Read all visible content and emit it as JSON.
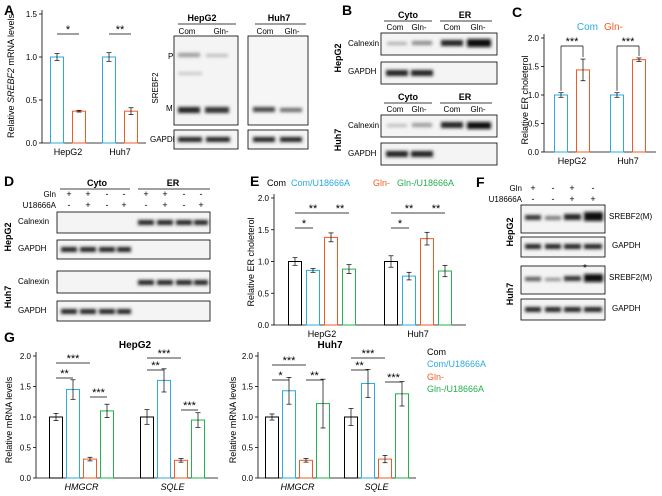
{
  "colors": {
    "com": "#29abe2",
    "gln": "#f15a24",
    "u": "#29abe2",
    "glnu": "#22b14c",
    "black": "#000000"
  },
  "panels": {
    "A": "A",
    "B": "B",
    "C": "C",
    "D": "D",
    "E": "E",
    "F": "F",
    "G": "G"
  },
  "A": {
    "ylabel_pre": "Relative ",
    "ylabel_it": "SREBF2",
    "ylabel_post": " mRNA levels",
    "yticks": [
      "0.0",
      "0.5",
      "1.0",
      "1.5"
    ],
    "groups": [
      "HepG2",
      "Huh7"
    ],
    "sig": [
      "*",
      "**"
    ],
    "blot": {
      "hepg2": "HepG2",
      "huh7": "Huh7",
      "lane1": "Com",
      "lane2": "Gln-",
      "lane3": "Com",
      "lane4": "Gln-",
      "gene": "SREBF2",
      "p": "P",
      "m": "M",
      "gapdh": "GAPDH"
    }
  },
  "B": {
    "cyto": "Cyto",
    "er": "ER",
    "com": "Com",
    "gln": "Gln-",
    "calnexin": "Calnexin",
    "gapdh": "GAPDH",
    "hepg2": "HepG2",
    "huh7": "Huh7"
  },
  "C": {
    "legend_com": "Com",
    "legend_gln": "Gln-",
    "ylabel": "Relative ER choleterol",
    "yticks": [
      "0.0",
      "0.5",
      "1.0",
      "1.5",
      "2.0"
    ],
    "groups": [
      "HepG2",
      "Huh7"
    ],
    "sig": [
      "***",
      "***"
    ]
  },
  "D": {
    "cyto": "Cyto",
    "er": "ER",
    "gln": "Gln",
    "u": "U18666A",
    "signs_gln": [
      "+",
      "+",
      "-",
      "-",
      "+",
      "+",
      "-",
      "-"
    ],
    "signs_u": [
      "-",
      "+",
      "-",
      "+",
      "-",
      "+",
      "-",
      "+"
    ],
    "calnexin": "Calnexin",
    "gapdh": "GAPDH",
    "hepg2": "HepG2",
    "huh7": "Huh7"
  },
  "E": {
    "l1": "Com",
    "l2": "Com/U18666A",
    "l3": "Gln-",
    "l4": "Gln-/U18666A",
    "ylabel": "Relative ER choleterol",
    "yticks": [
      "0.0",
      "0.5",
      "1.0",
      "1.5",
      "2.0"
    ],
    "groups": [
      "HepG2",
      "Huh7"
    ],
    "sig": [
      "**",
      "*",
      "**",
      "**",
      "*",
      "**"
    ]
  },
  "F": {
    "gln": "Gln",
    "u": "U18666A",
    "signs_gln": [
      "+",
      "-",
      "+",
      "-"
    ],
    "signs_u": [
      "-",
      "-",
      "+",
      "+"
    ],
    "srebf2": "SREBF2(M)",
    "gapdh": "GAPDH",
    "hepg2": "HepG2",
    "huh7": "Huh7",
    "star": "*"
  },
  "G": {
    "title1": "HepG2",
    "title2": "Huh7",
    "ylabel": "Relative mRNA levels",
    "yticks": [
      "0.0",
      "0.5",
      "1.0",
      "1.5",
      "2.0"
    ],
    "genes": [
      "HMGCR",
      "SQLE"
    ],
    "legend": [
      "Com",
      "Com/U18666A",
      "Gln-",
      "Gln-/U18666A"
    ],
    "sig1": [
      "***",
      "**",
      "***",
      "***",
      "**",
      "***"
    ],
    "sig2": [
      "***",
      "*",
      "**",
      "***",
      "**",
      "***"
    ]
  },
  "chart_data": [
    {
      "type": "bar",
      "categories": [
        "HepG2",
        "Huh7"
      ],
      "series": [
        {
          "name": "Com",
          "values": [
            1.0,
            1.0
          ]
        },
        {
          "name": "Gln-",
          "values": [
            0.37,
            0.37
          ]
        }
      ],
      "ylabel": "Relative SREBF2 mRNA levels",
      "ylim": [
        0,
        1.5
      ]
    },
    {
      "type": "bar",
      "categories": [
        "HepG2",
        "Huh7"
      ],
      "series": [
        {
          "name": "Com",
          "values": [
            1.0,
            1.0
          ]
        },
        {
          "name": "Gln-",
          "values": [
            1.44,
            1.62
          ]
        }
      ],
      "ylabel": "Relative ER choleterol",
      "ylim": [
        0,
        2.0
      ]
    },
    {
      "type": "bar",
      "categories": [
        "HepG2",
        "Huh7"
      ],
      "series": [
        {
          "name": "Com",
          "values": [
            1.0,
            1.0
          ]
        },
        {
          "name": "Com/U18666A",
          "values": [
            0.86,
            0.77
          ]
        },
        {
          "name": "Gln-",
          "values": [
            1.38,
            1.36
          ]
        },
        {
          "name": "Gln-/U18666A",
          "values": [
            0.88,
            0.85
          ]
        }
      ],
      "ylabel": "Relative ER choleterol",
      "ylim": [
        0,
        2.0
      ]
    },
    {
      "type": "bar",
      "title": "HepG2",
      "categories": [
        "HMGCR",
        "SQLE"
      ],
      "series": [
        {
          "name": "Com",
          "values": [
            1.0,
            1.0
          ]
        },
        {
          "name": "Com/U18666A",
          "values": [
            1.45,
            1.6
          ]
        },
        {
          "name": "Gln-",
          "values": [
            0.31,
            0.29
          ]
        },
        {
          "name": "Gln-/U18666A",
          "values": [
            1.1,
            0.95
          ]
        }
      ],
      "ylabel": "Relative mRNA levels",
      "ylim": [
        0,
        2.0
      ]
    },
    {
      "type": "bar",
      "title": "Huh7",
      "categories": [
        "HMGCR",
        "SQLE"
      ],
      "series": [
        {
          "name": "Com",
          "values": [
            1.0,
            1.0
          ]
        },
        {
          "name": "Com/U18666A",
          "values": [
            1.43,
            1.55
          ]
        },
        {
          "name": "Gln-",
          "values": [
            0.29,
            0.31
          ]
        },
        {
          "name": "Gln-/U18666A",
          "values": [
            1.22,
            1.38
          ]
        }
      ],
      "ylabel": "Relative mRNA levels",
      "ylim": [
        0,
        2.0
      ]
    }
  ]
}
